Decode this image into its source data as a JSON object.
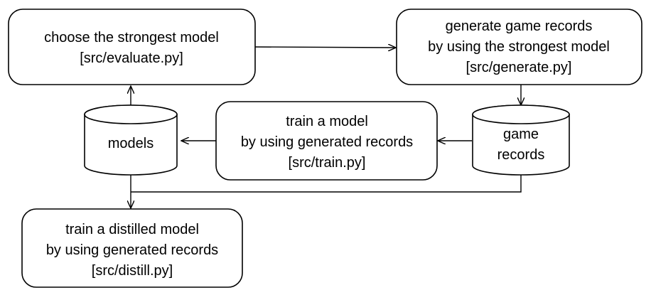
{
  "nodes": {
    "evaluate": {
      "lines": [
        "choose the strongest model",
        "[src/evaluate.py]"
      ]
    },
    "generate": {
      "lines": [
        "generate game records",
        "by using the strongest model",
        "[src/generate.py]"
      ]
    },
    "train": {
      "lines": [
        "train a model",
        "by using generated records",
        "[src/train.py]"
      ]
    },
    "distill": {
      "lines": [
        "train a distilled model",
        "by using generated records",
        "[src/distill.py]"
      ]
    },
    "models": {
      "lines": [
        "models"
      ]
    },
    "game_records": {
      "lines": [
        "game",
        "records"
      ]
    }
  },
  "edges": [
    {
      "from": "evaluate",
      "to": "generate"
    },
    {
      "from": "generate",
      "to": "game_records"
    },
    {
      "from": "game_records",
      "to": "train"
    },
    {
      "from": "train",
      "to": "models"
    },
    {
      "from": "models",
      "to": "evaluate"
    },
    {
      "from": "models",
      "to": "distill"
    },
    {
      "from": "game_records",
      "to": "distill"
    }
  ]
}
